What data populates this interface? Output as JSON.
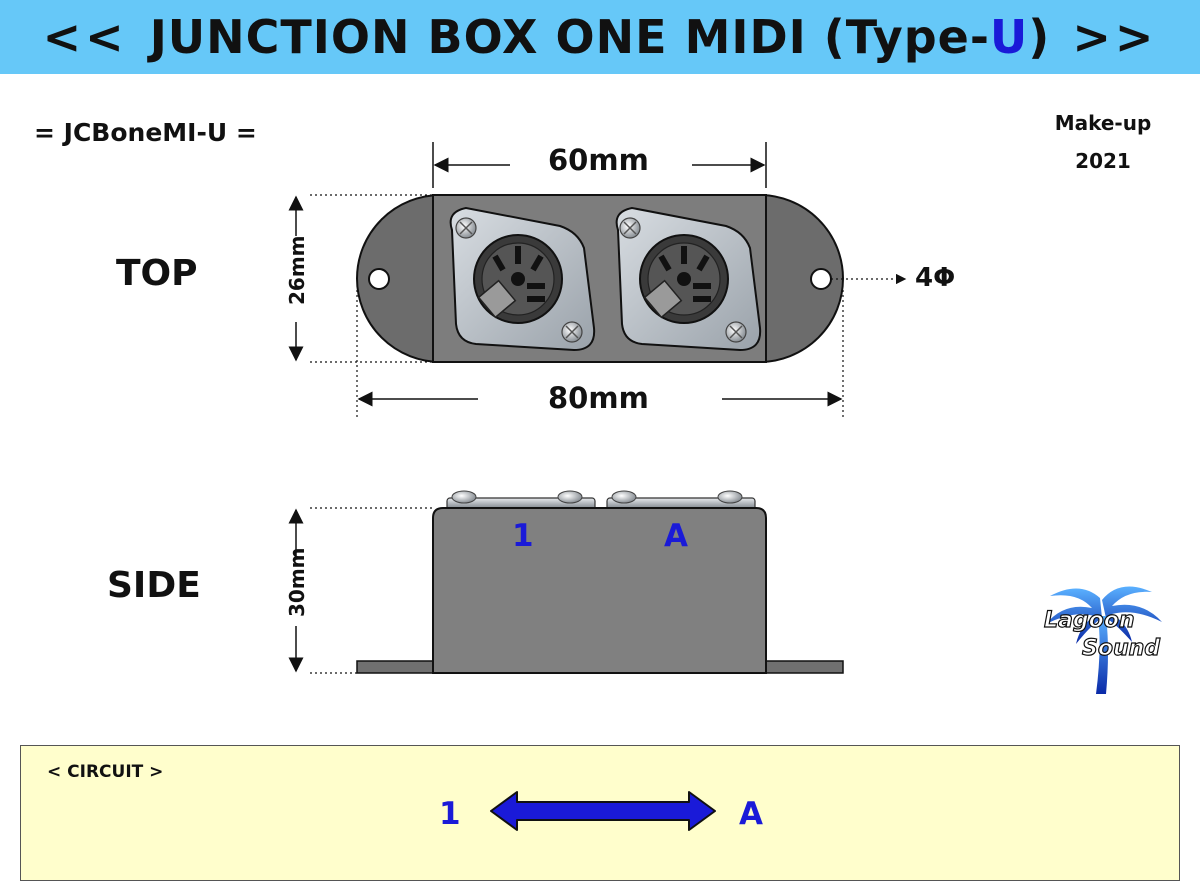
{
  "header": {
    "left_marker": "<<",
    "title_main": "JUNCTION BOX ONE MIDI (Type-",
    "title_accent": "U",
    "title_close": ")",
    "right_marker": ">>"
  },
  "model_code": "= JCBoneMI-U =",
  "makeup": {
    "label": "Make-up",
    "year": "2021"
  },
  "top_view": {
    "label": "TOP",
    "width_inner": "60mm",
    "width_outer": "80mm",
    "height": "26mm",
    "hole": "4Φ"
  },
  "side_view": {
    "label": "SIDE",
    "height": "30mm",
    "port_left": "1",
    "port_right": "A"
  },
  "logo": {
    "line1": "Lagoon",
    "line2": "Sound"
  },
  "circuit": {
    "title": "< CIRCUIT >",
    "from": "1",
    "to": "A"
  },
  "colors": {
    "banner": "#66c8f8",
    "accent": "#1a1ad8",
    "body": "#808080",
    "circuit_bg": "#fffecc"
  }
}
